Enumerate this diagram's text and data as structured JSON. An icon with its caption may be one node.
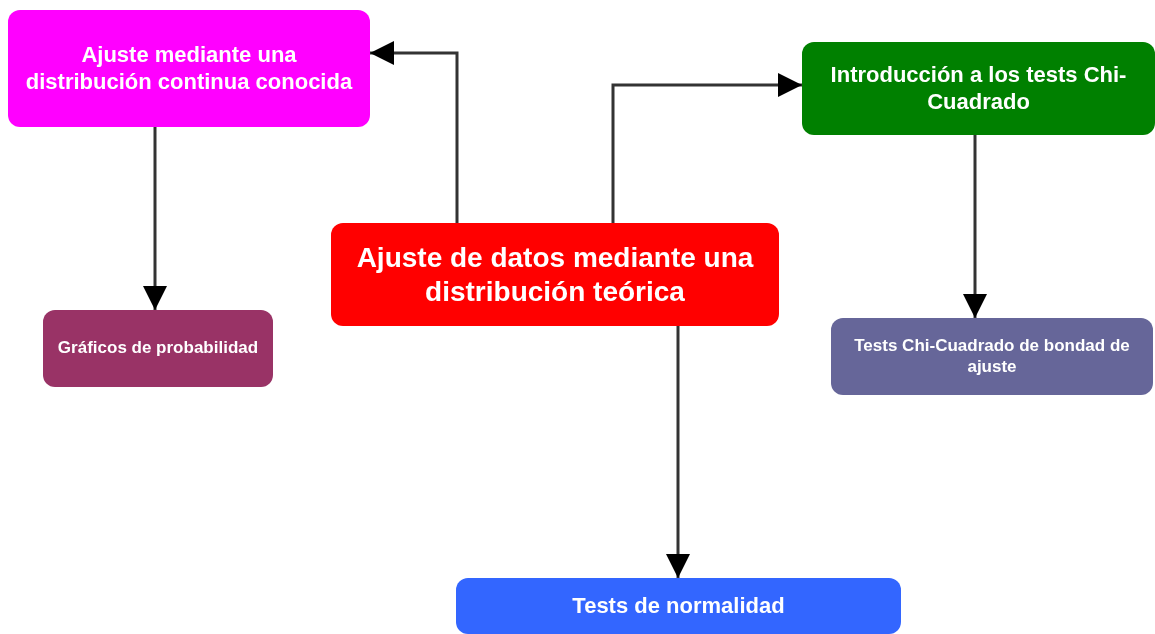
{
  "diagram": {
    "nodes": [
      {
        "text": [
          "Ajuste mediante una distribución continua conocida"
        ]
      },
      {
        "text": [
          "Introducción a los tests Chi-Cuadrado"
        ]
      },
      {
        "text": [
          "Ajuste de datos mediante una distribución teórica"
        ]
      },
      {
        "text": [
          "Gráficos de probabilidad"
        ]
      },
      {
        "text": [
          "Tests Chi-Cuadrado de bondad de ajuste"
        ]
      },
      {
        "text": [
          "Tests de normalidad"
        ]
      }
    ],
    "edges": [
      {
        "from": 2,
        "to": 0,
        "arrow": "to"
      },
      {
        "from": 2,
        "to": 1,
        "arrow": "to"
      },
      {
        "from": 0,
        "to": 3,
        "arrow": "to"
      },
      {
        "from": 1,
        "to": 4,
        "arrow": "to"
      },
      {
        "from": 2,
        "to": 5,
        "arrow": "to"
      }
    ]
  }
}
